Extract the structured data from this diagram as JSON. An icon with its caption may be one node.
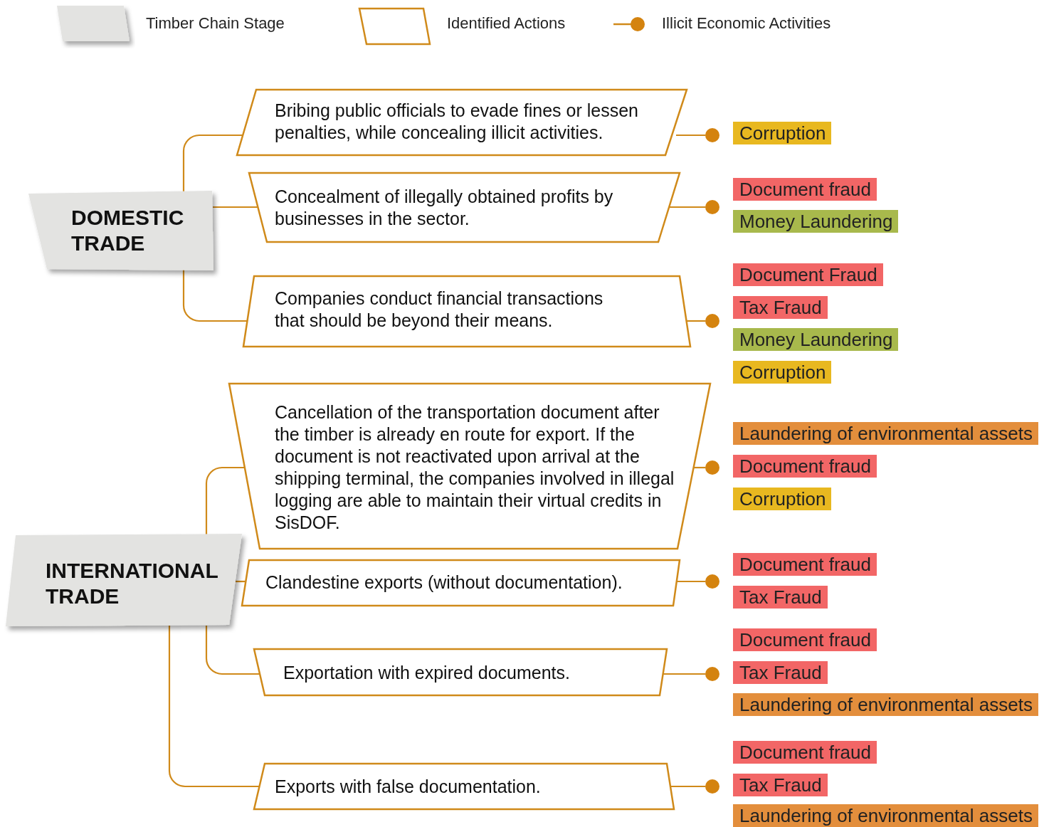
{
  "diagram": {
    "nodes": [
      {
        "text": [
          "DOMESTIC TRADE"
        ]
      },
      {
        "text": [
          "Bribing public officials to evade fines or lessen penalties, while concealing illicit activities."
        ]
      },
      {
        "text": [],
        "shape": "circle"
      },
      {
        "text": [
          "Corruption"
        ]
      },
      {
        "text": [
          "Concealment of illegally obtained profits by businesses in the sector."
        ]
      },
      {
        "text": [],
        "shape": "circle"
      },
      {
        "text": [
          "Document fraud"
        ]
      },
      {
        "text": [
          "Money Laundering"
        ]
      },
      {
        "text": [
          "Companies conduct financial transactions that should be beyond their means."
        ]
      },
      {
        "text": [],
        "shape": "circle"
      },
      {
        "text": [
          "Document Fraud"
        ]
      },
      {
        "text": [
          "Tax Fraud"
        ]
      },
      {
        "text": [
          "Money Laundering"
        ]
      },
      {
        "text": [
          "Corruption"
        ]
      },
      {
        "text": [
          "INTERNATIONAL TRADE"
        ]
      },
      {
        "text": [
          "Cancellation of the transportation document after the timber is already en route for export. If the document is not reactivated upon arrival at the shipping terminal, the companies involved in illegal logging are able to maintain their virtual credits in SisDOF."
        ]
      },
      {
        "text": [],
        "shape": "circle"
      },
      {
        "text": [
          "Laundering of environmental assets"
        ]
      },
      {
        "text": [
          "Document fraud"
        ]
      },
      {
        "text": [
          "Corruption"
        ]
      },
      {
        "text": [
          "Clandestine exports (without documentation)."
        ]
      },
      {
        "text": [],
        "shape": "circle"
      },
      {
        "text": [
          "Document fraud"
        ]
      },
      {
        "text": [
          "Tax Fraud"
        ]
      },
      {
        "text": [
          "Exportation with expired documents."
        ]
      },
      {
        "text": [],
        "shape": "circle"
      },
      {
        "text": [
          "Document fraud"
        ]
      },
      {
        "text": [
          "Tax Fraud"
        ]
      },
      {
        "text": [
          "Laundering of environmental assets"
        ]
      },
      {
        "text": [
          "Exports with false documentation."
        ]
      },
      {
        "text": [],
        "shape": "circle"
      },
      {
        "text": [
          "Document fraud"
        ]
      },
      {
        "text": [
          "Tax Fraud"
        ]
      },
      {
        "text": [
          "Laundering of environmental assets"
        ]
      }
    ],
    "edges": [
      {
        "from": 0,
        "to": 1,
        "arrow": "none"
      },
      {
        "from": 0,
        "to": 4,
        "arrow": "none"
      },
      {
        "from": 0,
        "to": 8,
        "arrow": "none"
      },
      {
        "from": 14,
        "to": 15,
        "arrow": "none"
      },
      {
        "from": 14,
        "to": 20,
        "arrow": "none"
      },
      {
        "from": 14,
        "to": 24,
        "arrow": "none"
      },
      {
        "from": 14,
        "to": 29,
        "arrow": "none"
      },
      {
        "from": 1,
        "to": 2,
        "arrow": "none"
      },
      {
        "from": 4,
        "to": 5,
        "arrow": "none"
      },
      {
        "from": 8,
        "to": 9,
        "arrow": "none"
      },
      {
        "from": 15,
        "to": 16,
        "arrow": "none"
      },
      {
        "from": 20,
        "to": 21,
        "arrow": "none"
      },
      {
        "from": 24,
        "to": 25,
        "arrow": "none"
      },
      {
        "from": 29,
        "to": 30,
        "arrow": "none"
      }
    ],
    "legend": [
      {
        "text": "Timber Chain Stage"
      },
      {
        "text": "Identified Actions"
      },
      {
        "text": "Illicit Economic Activities"
      }
    ]
  }
}
